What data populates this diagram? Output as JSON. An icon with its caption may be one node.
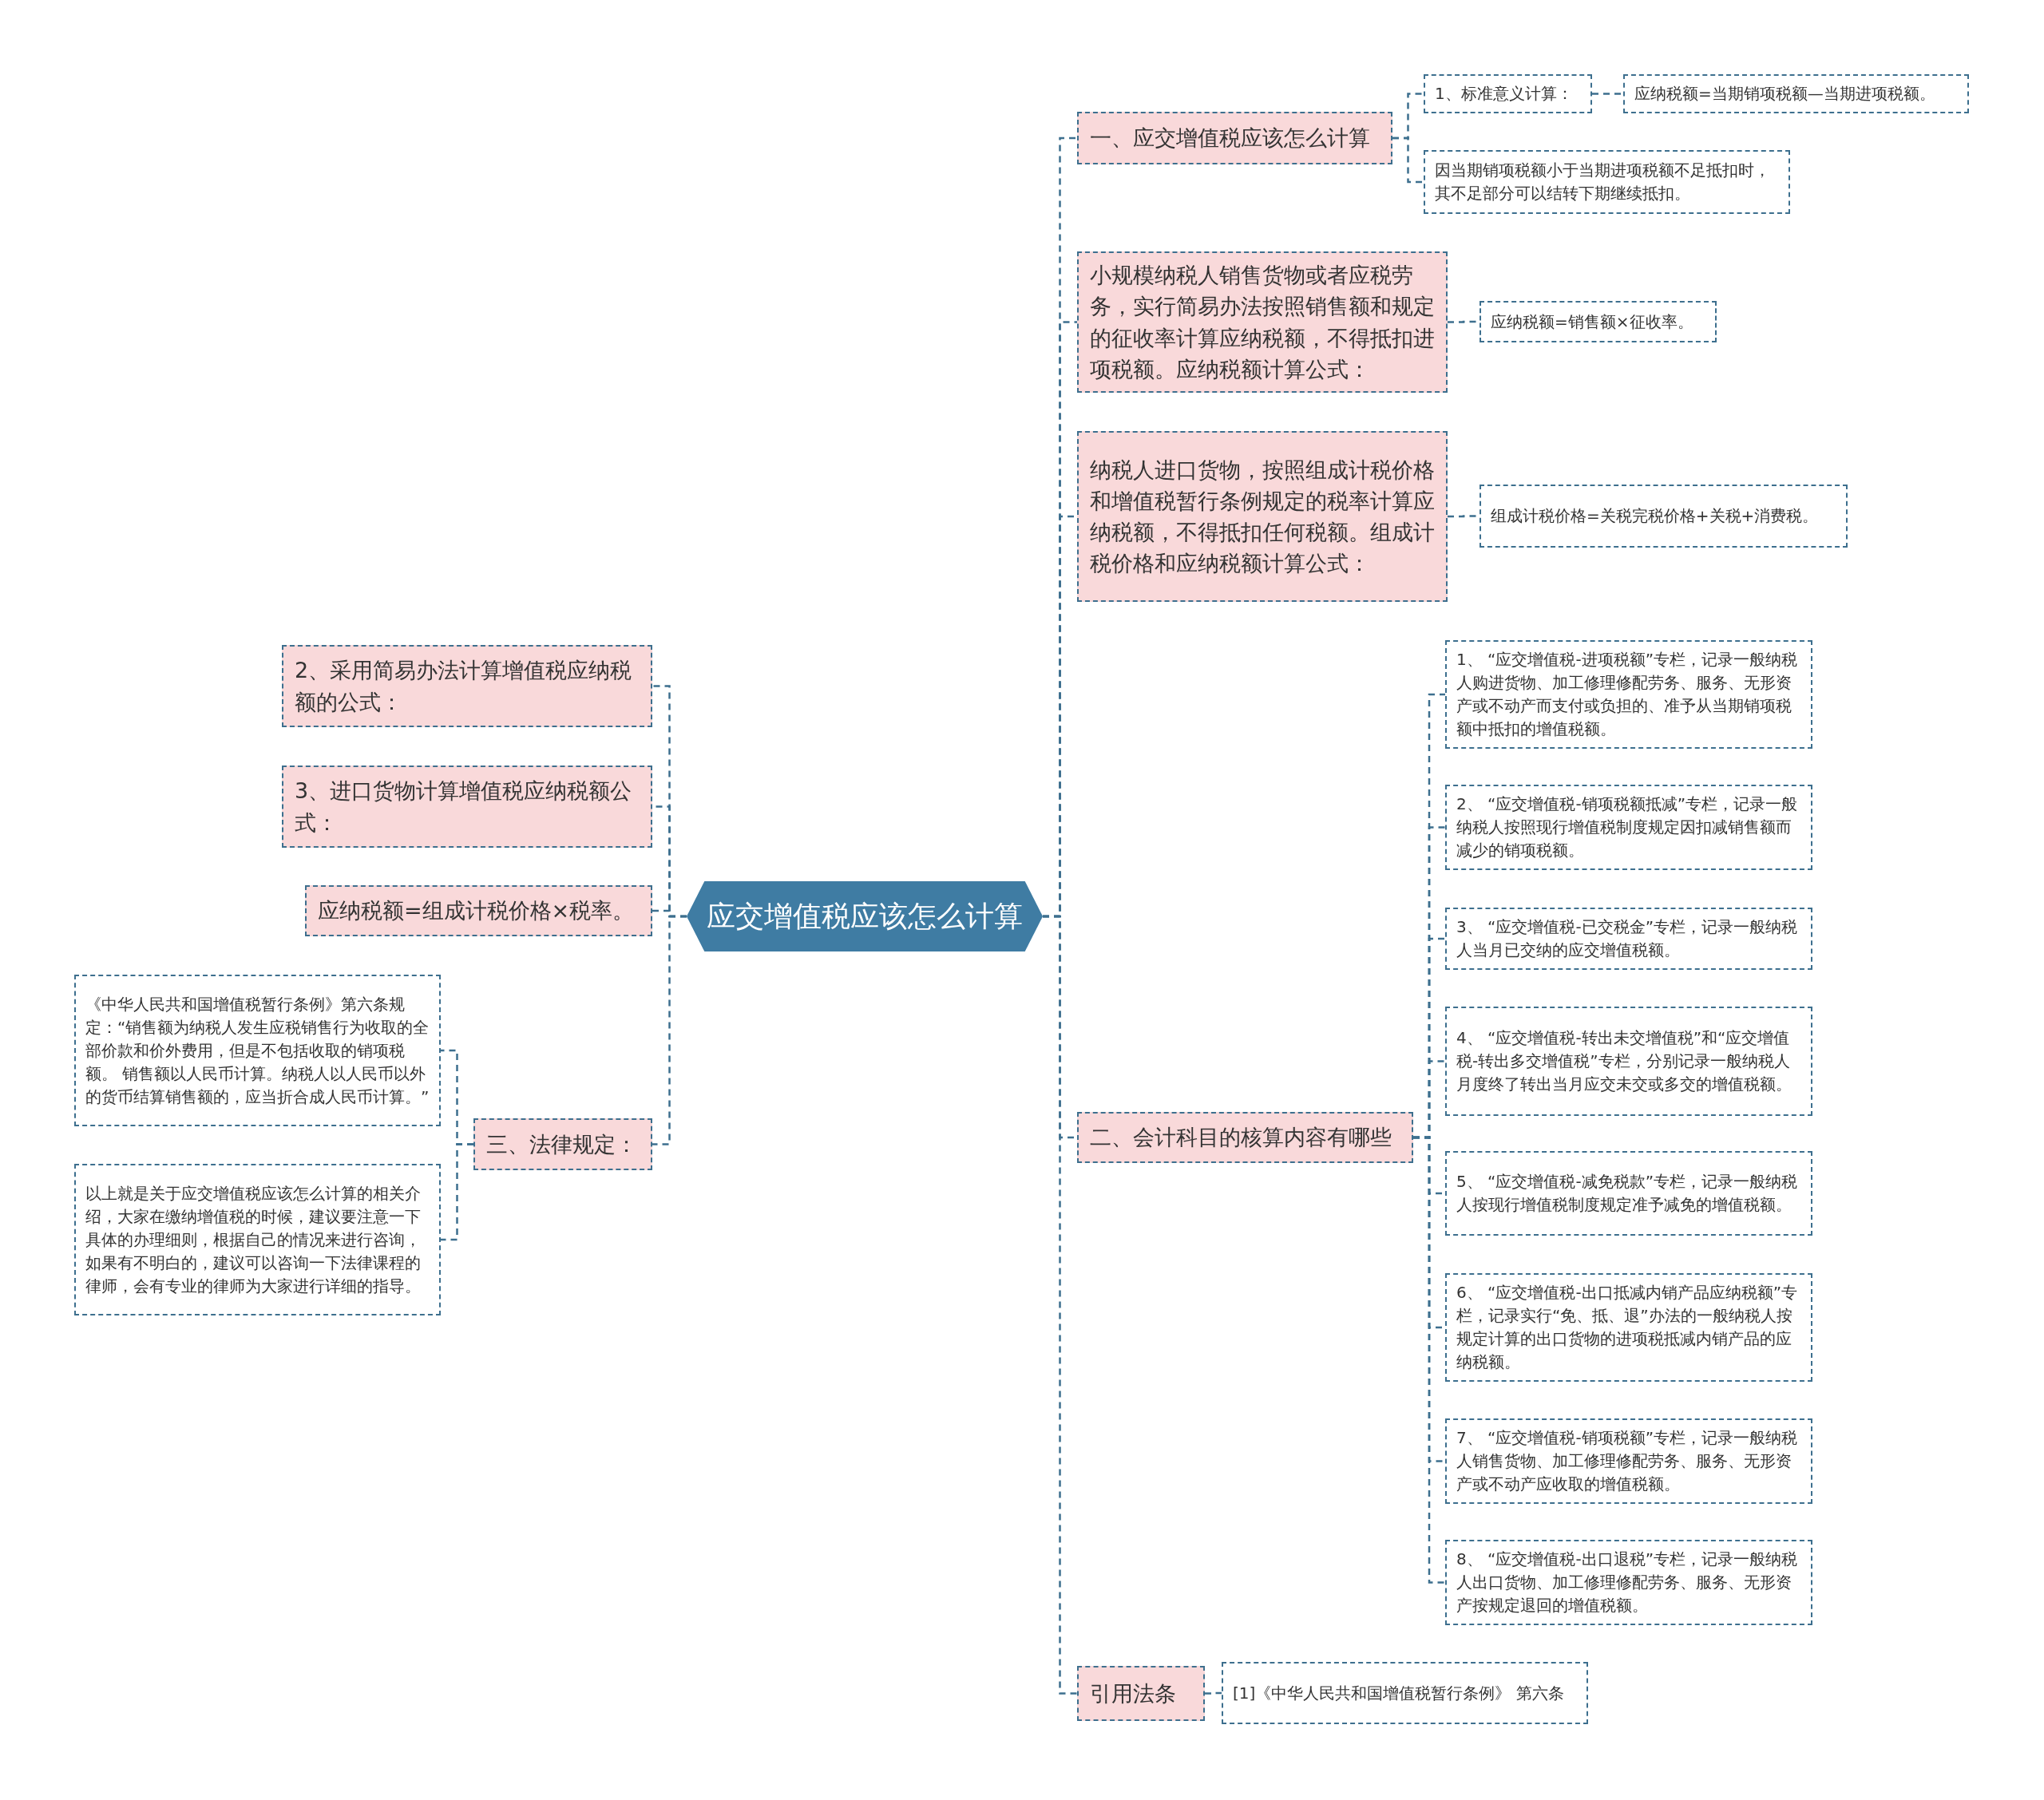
{
  "diagram": {
    "nodes": [
      {
        "text": [
          "应交增值税应该怎么计算"
        ]
      },
      {
        "text": [
          "一、应交增值税应该怎么计算"
        ]
      },
      {
        "text": [
          "1、标准意义计算："
        ]
      },
      {
        "text": [
          "应纳税额=当期销项税额—当期进项税额。"
        ]
      },
      {
        "text": [
          "因当期销项税额小于当期进项税额不足抵扣时，其不足部分可以结转下期继续抵扣。"
        ]
      },
      {
        "text": [
          "小规模纳税人销售货物或者应税劳务，实行简易办法按照销售额和规定的征收率计算应纳税额，不得抵扣进项税额。应纳税额计算公式："
        ]
      },
      {
        "text": [
          "应纳税额=销售额×征收率。"
        ]
      },
      {
        "text": [
          "纳税人进口货物，按照组成计税价格和增值税暂行条例规定的税率计算应纳税额，不得抵扣任何税额。组成计税价格和应纳税额计算公式："
        ]
      },
      {
        "text": [
          "组成计税价格=关税完税价格+关税+消费税。"
        ]
      },
      {
        "text": [
          "二、会计科目的核算内容有哪些"
        ]
      },
      {
        "text": [
          "1、 “应交增值税-进项税额”专栏，记录一般纳税人购进货物、加工修理修配劳务、服务、无形资产或不动产而支付或负担的、准予从当期销项税额中抵扣的增值税额。"
        ]
      },
      {
        "text": [
          "2、 “应交增值税-销项税额抵减”专栏，记录一般纳税人按照现行增值税制度规定因扣减销售额而减少的销项税额。"
        ]
      },
      {
        "text": [
          "3、 “应交增值税-已交税金”专栏，记录一般纳税人当月已交纳的应交增值税额。"
        ]
      },
      {
        "text": [
          "4、 “应交增值税-转出未交增值税”和“应交增值税-转出多交增值税”专栏，分别记录一般纳税人月度终了转出当月应交未交或多交的增值税额。"
        ]
      },
      {
        "text": [
          "5、 “应交增值税-减免税款”专栏，记录一般纳税人按现行增值税制度规定准予减免的增值税额。"
        ]
      },
      {
        "text": [
          "6、 “应交增值税-出口抵减内销产品应纳税额”专栏，记录实行“免、抵、退”办法的一般纳税人按规定计算的出口货物的进项税抵减内销产品的应纳税额。"
        ]
      },
      {
        "text": [
          "7、 “应交增值税-销项税额”专栏，记录一般纳税人销售货物、加工修理修配劳务、服务、无形资产或不动产应收取的增值税额。"
        ]
      },
      {
        "text": [
          "8、 “应交增值税-出口退税”专栏，记录一般纳税人出口货物、加工修理修配劳务、服务、无形资产按规定退回的增值税额。"
        ]
      },
      {
        "text": [
          "引用法条"
        ]
      },
      {
        "text": [
          "[1]《中华人民共和国增值税暂行条例》 第六条"
        ]
      },
      {
        "text": [
          "2、采用简易办法计算增值税应纳税额的公式："
        ]
      },
      {
        "text": [
          "3、进口货物计算增值税应纳税额公式："
        ]
      },
      {
        "text": [
          "应纳税额=组成计税价格×税率。"
        ]
      },
      {
        "text": [
          "三、法律规定："
        ]
      },
      {
        "text": [
          "《中华人民共和国增值税暂行条例》第六条规定：“销售额为纳税人发生应税销售行为收取的全部价款和价外费用，但是不包括收取的销项税额。 销售额以人民币计算。纳税人以人民币以外的货币结算销售额的，应当折合成人民币计算。”"
        ]
      },
      {
        "text": [
          "以上就是关于应交增值税应该怎么计算的相关介绍，大家在缴纳增值税的时候，建议要注意一下具体的办理细则，根据自己的情况来进行咨询，如果有不明白的，建议可以咨询一下法律课程的律师，会有专业的律师为大家进行详细的指导。"
        ]
      }
    ],
    "edges": [
      {
        "from": 0,
        "to": 1,
        "arrow": "none"
      },
      {
        "from": 1,
        "to": 2,
        "arrow": "none"
      },
      {
        "from": 2,
        "to": 3,
        "arrow": "none"
      },
      {
        "from": 1,
        "to": 4,
        "arrow": "none"
      },
      {
        "from": 0,
        "to": 5,
        "arrow": "none"
      },
      {
        "from": 5,
        "to": 6,
        "arrow": "none"
      },
      {
        "from": 0,
        "to": 7,
        "arrow": "none"
      },
      {
        "from": 7,
        "to": 8,
        "arrow": "none"
      },
      {
        "from": 0,
        "to": 9,
        "arrow": "none"
      },
      {
        "from": 9,
        "to": 10,
        "arrow": "none"
      },
      {
        "from": 9,
        "to": 11,
        "arrow": "none"
      },
      {
        "from": 9,
        "to": 12,
        "arrow": "none"
      },
      {
        "from": 9,
        "to": 13,
        "arrow": "none"
      },
      {
        "from": 9,
        "to": 14,
        "arrow": "none"
      },
      {
        "from": 9,
        "to": 15,
        "arrow": "none"
      },
      {
        "from": 9,
        "to": 16,
        "arrow": "none"
      },
      {
        "from": 9,
        "to": 17,
        "arrow": "none"
      },
      {
        "from": 0,
        "to": 18,
        "arrow": "none"
      },
      {
        "from": 18,
        "to": 19,
        "arrow": "none"
      },
      {
        "from": 0,
        "to": 20,
        "arrow": "none"
      },
      {
        "from": 0,
        "to": 21,
        "arrow": "none"
      },
      {
        "from": 0,
        "to": 22,
        "arrow": "none"
      },
      {
        "from": 0,
        "to": 23,
        "arrow": "none"
      },
      {
        "from": 23,
        "to": 24,
        "arrow": "none"
      },
      {
        "from": 23,
        "to": 25,
        "arrow": "none"
      }
    ]
  }
}
